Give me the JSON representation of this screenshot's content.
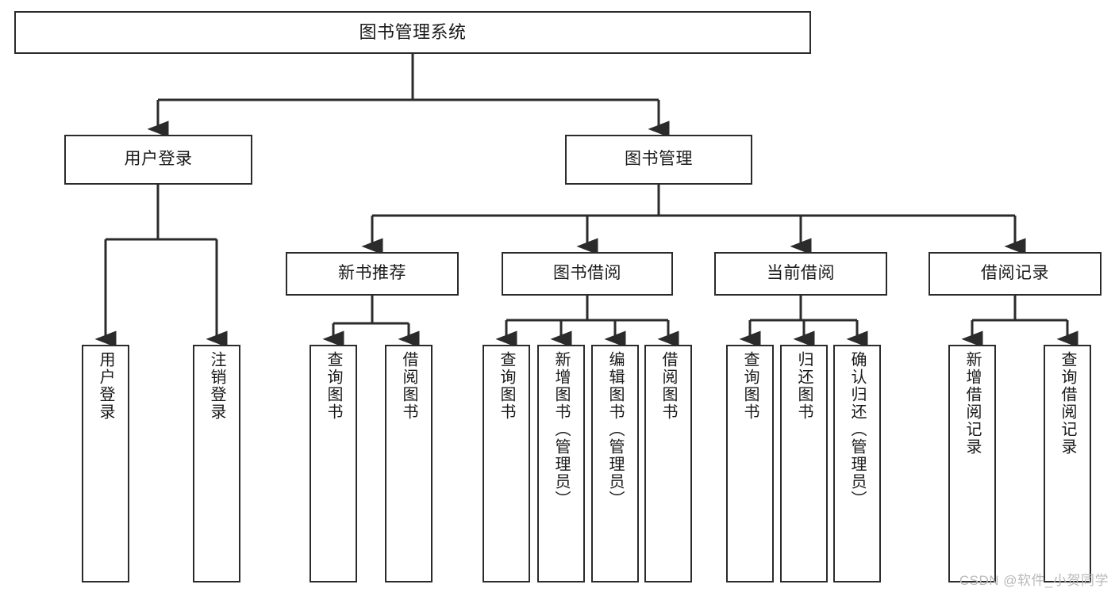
{
  "diagram": {
    "title": "图书管理系统",
    "type": "hierarchy-tree",
    "line_color": "#2b2b2b",
    "box_fill": "#ffffff",
    "watermark": "CSDN @软件_小贺同学",
    "nodes": {
      "root": {
        "label": "图书管理系统"
      },
      "level2": [
        {
          "label": "用户登录"
        },
        {
          "label": "图书管理"
        }
      ],
      "level3": [
        {
          "label": "新书推荐"
        },
        {
          "label": "图书借阅"
        },
        {
          "label": "当前借阅"
        },
        {
          "label": "借阅记录"
        }
      ],
      "leaves": {
        "user_login": [
          {
            "label": "用户登录"
          },
          {
            "label": "注销登录"
          }
        ],
        "new_book_recommend": [
          {
            "label": "查询图书"
          },
          {
            "label": "借阅图书"
          }
        ],
        "book_borrow": [
          {
            "label": "查询图书"
          },
          {
            "label": "新增图书（管理员）"
          },
          {
            "label": "编辑图书（管理员）"
          },
          {
            "label": "借阅图书"
          }
        ],
        "current_borrow": [
          {
            "label": "查询图书"
          },
          {
            "label": "归还图书"
          },
          {
            "label": "确认归还（管理员）"
          }
        ],
        "borrow_record": [
          {
            "label": "新增借阅记录"
          },
          {
            "label": "查询借阅记录"
          }
        ]
      }
    }
  }
}
